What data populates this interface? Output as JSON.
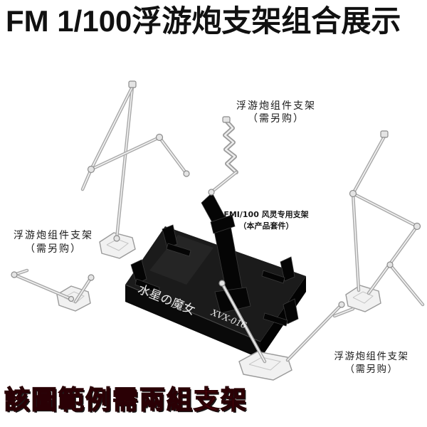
{
  "title": "FM 1/100浮游炮支架组合展示",
  "labels": {
    "top_center": {
      "line1": "浮游炮组件支架",
      "line2": "（需另购）"
    },
    "center": {
      "line1": "FMI/100 风灵专用支架",
      "line2": "（本产品套件）"
    },
    "left": {
      "line1": "浮游炮组件支架",
      "line2": "（需另购）"
    },
    "bottom_right": {
      "line1": "浮游炮组件支架",
      "line2": "（需另购）"
    }
  },
  "base_print": {
    "logo": "水星の魔女",
    "model": "XVX-016"
  },
  "notice": "該圖範例需兩組支架",
  "colors": {
    "notice_red": "#d6001c",
    "base_black": "#151515",
    "clear_part": "#e6e6e6"
  }
}
